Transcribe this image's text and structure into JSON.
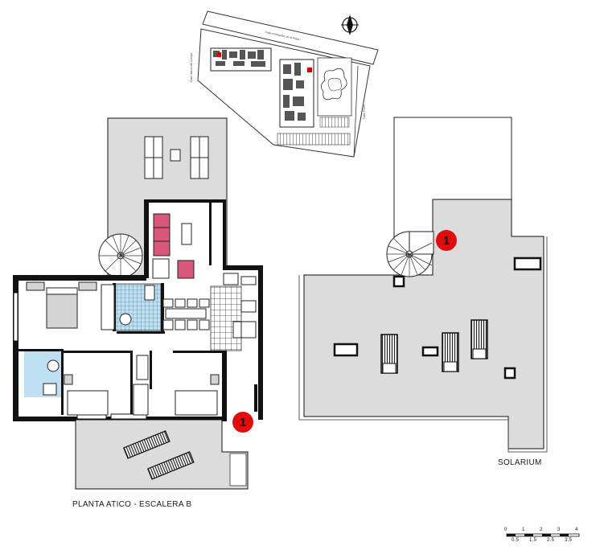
{
  "labels": {
    "plan_title": "PLANTA ATICO - ESCALERA B",
    "solarium": "SOLARIUM"
  },
  "markers": {
    "marker_left": "1",
    "marker_right": "1"
  },
  "site_plan": {
    "street_top": "Calle embajador de la Playa",
    "street_left": "Calle lateral del Campo",
    "street_right": "Calle Pinos"
  },
  "scale_bar": {
    "ticks_top": [
      "0",
      "1",
      "2",
      "3",
      "4"
    ],
    "ticks_bottom": [
      "0.5",
      "1.5",
      "2.5",
      "3.5"
    ]
  },
  "colors": {
    "terrace_gray": "#dcdcdc",
    "wall": "#000000",
    "bathroom_blue": "#bfe0f2",
    "furniture_pink": "#d9587a",
    "marker_red": "#e10d0d"
  }
}
